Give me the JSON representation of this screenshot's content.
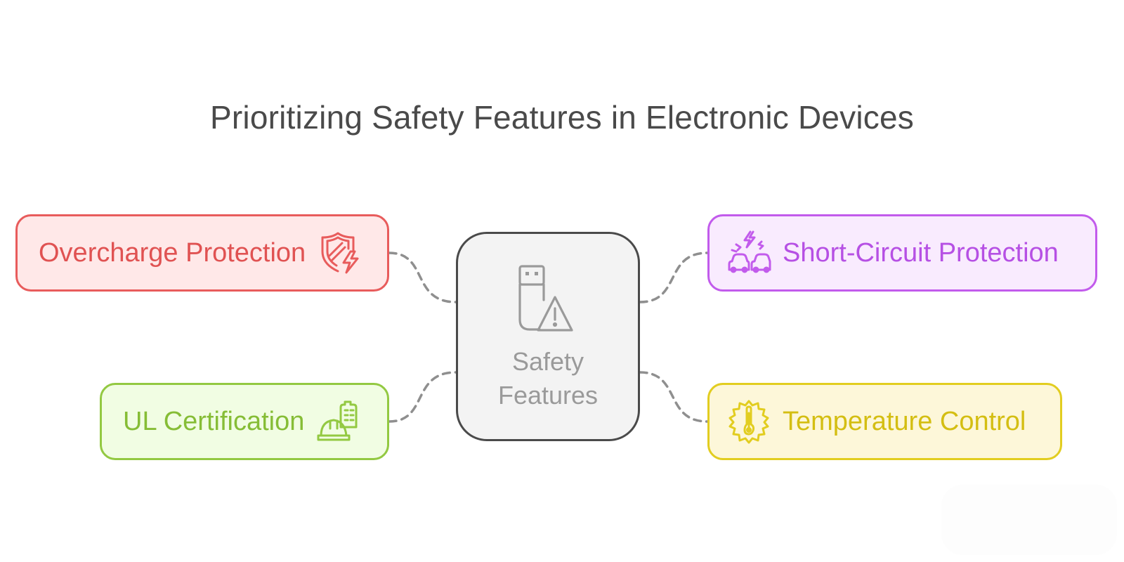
{
  "title": "Prioritizing Safety Features in Electronic Devices",
  "center": {
    "label_line1": "Safety",
    "label_line2": "Features",
    "icon": "usb-warning-icon"
  },
  "features": {
    "overcharge": {
      "label": "Overcharge Protection",
      "icon": "shield-bolt-icon",
      "color": "#e85c5c"
    },
    "ul": {
      "label": "UL Certification",
      "icon": "hardhat-building-icon",
      "color": "#93c942"
    },
    "short": {
      "label": "Short-Circuit Protection",
      "icon": "cars-lightning-icon",
      "color": "#c25bec"
    },
    "temp": {
      "label": "Temperature Control",
      "icon": "gear-thermometer-icon",
      "color": "#e2cd20"
    }
  },
  "colors": {
    "title_text": "#4a4a4a",
    "center_border": "#4a4a4a",
    "center_fill": "#f3f3f3",
    "connector": "#8f8f8f"
  }
}
